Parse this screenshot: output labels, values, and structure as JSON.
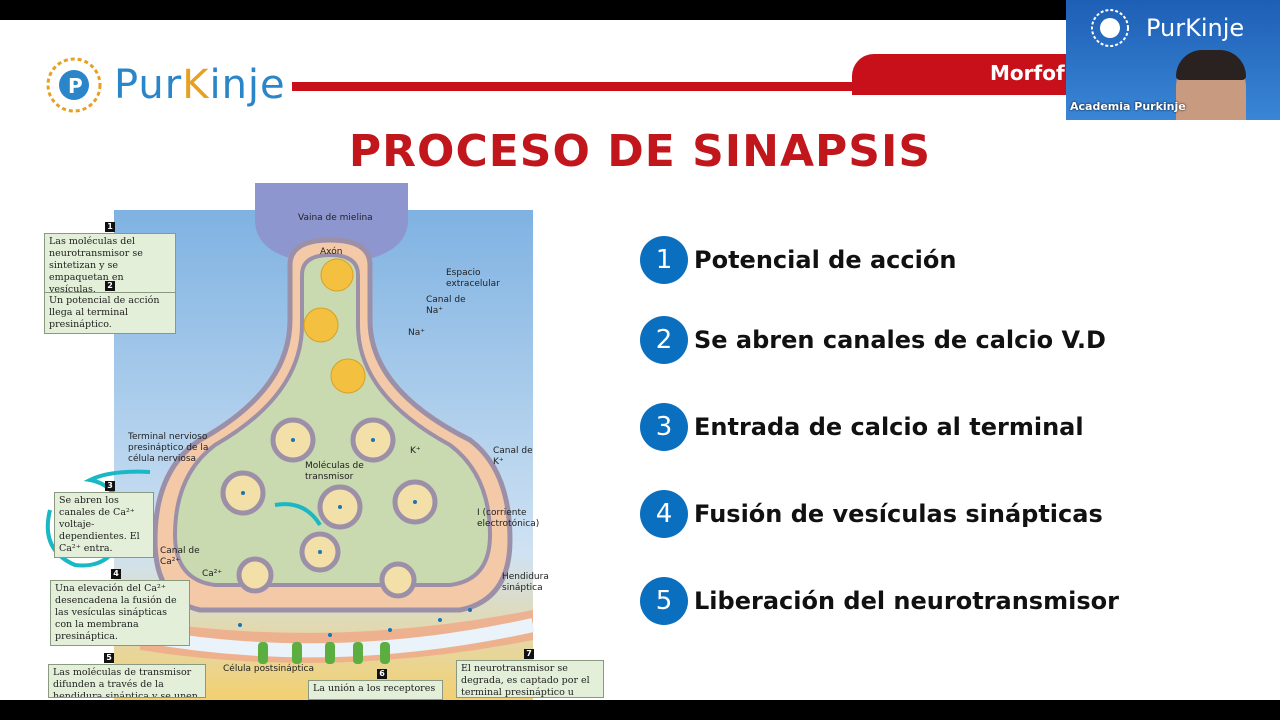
{
  "header": {
    "logo_text_a": "Pur",
    "logo_text_b": "K",
    "logo_text_c": "inje",
    "tab_label": "Morfof"
  },
  "video": {
    "logo_text": "PurKinje",
    "participant": "Academia Purkinje"
  },
  "slide": {
    "title": "PROCESO DE SINAPSIS"
  },
  "diagram": {
    "labels": {
      "myelin": "Vaina de mielina",
      "axon": "Axón",
      "extracellular": "Espacio extracelular",
      "na_channel": "Canal de Na⁺",
      "na": "Na⁺",
      "terminal": "Terminal nervioso presináptico de la célula nerviosa",
      "molecules": "Moléculas de transmisor",
      "k": "K⁺",
      "k_channel": "Canal de K⁺",
      "current": "I (corriente electrotónica)",
      "ca_channel": "Canal de Ca²⁺",
      "ca": "Ca²⁺",
      "cleft": "Hendidura sináptica",
      "postsynaptic": "Célula postsináptica"
    },
    "steps": [
      {
        "n": "1",
        "text": "Las moléculas del neurotransmisor se sintetizan y se empaquetan en vesículas."
      },
      {
        "n": "2",
        "text": "Un potencial de acción llega al terminal presináptico."
      },
      {
        "n": "3",
        "text": "Se abren los canales de Ca²⁺ voltaje-dependientes. El Ca²⁺ entra."
      },
      {
        "n": "4",
        "text": "Una elevación del Ca²⁺ desencadena la fusión de las vesículas sinápticas con la membrana presináptica."
      },
      {
        "n": "5",
        "text": "Las moléculas de transmisor difunden a través de la hendidura sináptica y se unen a receptores"
      },
      {
        "n": "6",
        "text": "La unión a los receptores"
      },
      {
        "n": "7",
        "text": "El neurotransmisor se degrada, es captado por el terminal presináptico u otras células, o"
      }
    ]
  },
  "list": [
    {
      "n": "1",
      "text": "Potencial de acción"
    },
    {
      "n": "2",
      "text": "Se abren canales de calcio V.D"
    },
    {
      "n": "3",
      "text": "Entrada de calcio al terminal"
    },
    {
      "n": "4",
      "text": "Fusión de vesículas sinápticas"
    },
    {
      "n": "5",
      "text": "Liberación del neurotransmisor"
    }
  ],
  "colors": {
    "accent_red": "#c8101a",
    "step_blue": "#0b6fc0",
    "annotation_teal": "#19b8c4"
  }
}
